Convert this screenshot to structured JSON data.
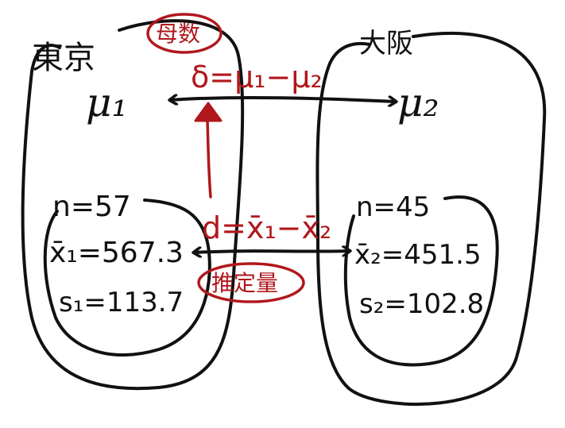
{
  "colors": {
    "ink": "#111111",
    "annotation": "#b0181c",
    "background": "#ffffff"
  },
  "tokyo": {
    "label": "東京",
    "population_mean": "μ₁",
    "sample_size": "n=57",
    "sample_mean": "x̄₁=567.3",
    "sample_sd": "s₁=113.7"
  },
  "osaka": {
    "label": "大阪",
    "population_mean": "μ₂",
    "sample_size": "n=45",
    "sample_mean": "x̄₂=451.5",
    "sample_sd": "s₂=102.8"
  },
  "parameter": {
    "badge": "母数",
    "formula": "δ=μ₁−μ₂"
  },
  "estimator": {
    "badge": "推定量",
    "formula": "d=x̄₁−x̄₂"
  }
}
